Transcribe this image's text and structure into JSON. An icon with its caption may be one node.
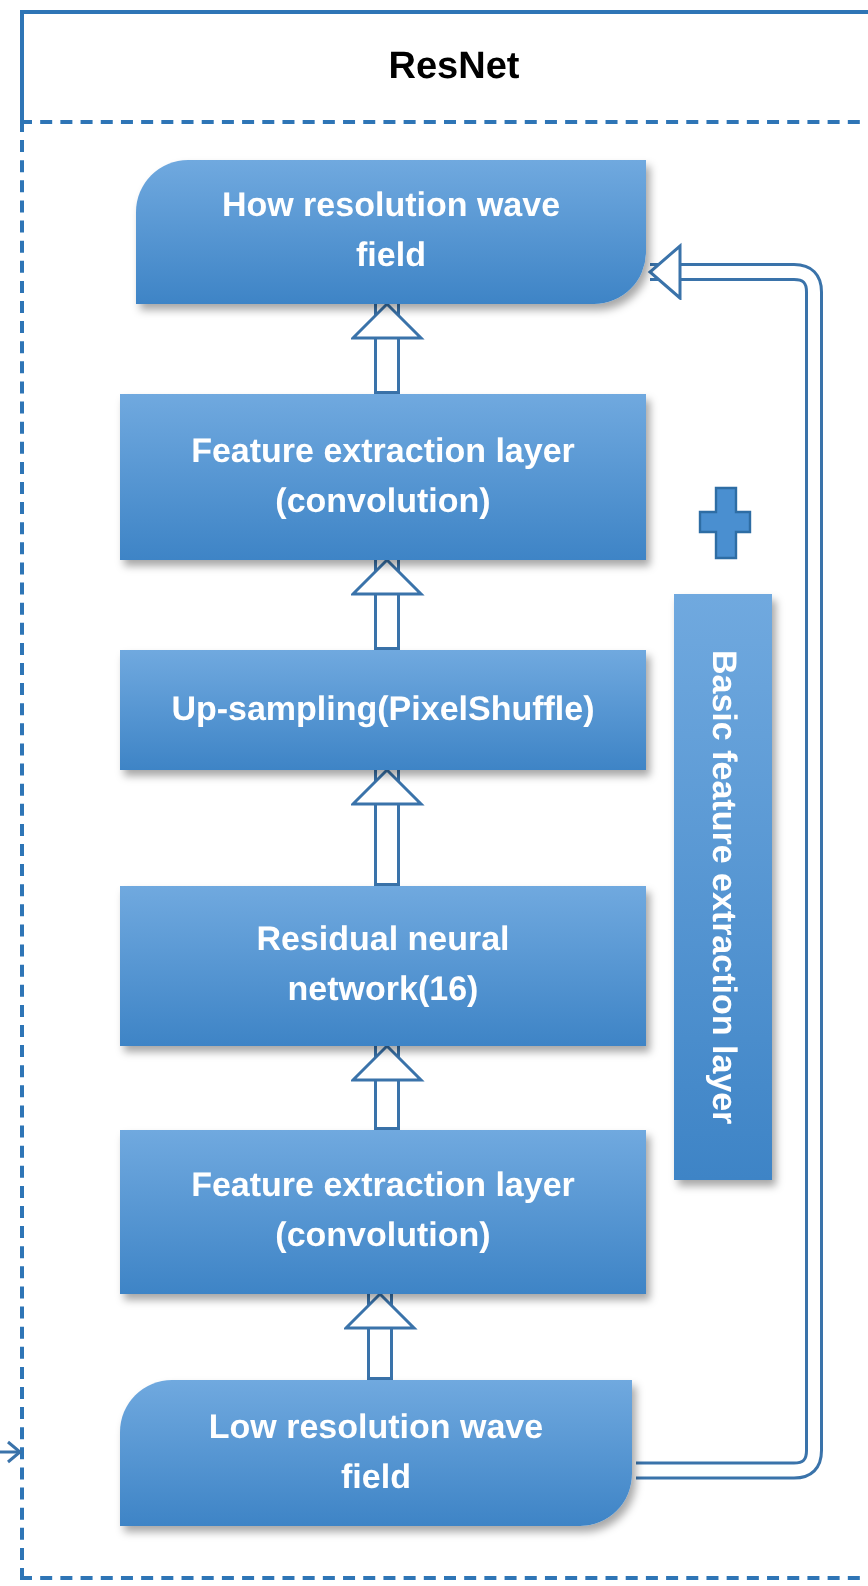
{
  "diagram": {
    "nodes": [
      {
        "text": [
          "ResNet"
        ]
      },
      {
        "text": [],
        "shape": "box",
        "in": 0
      },
      {
        "text": [
          "How resolution wave field"
        ],
        "in": 1
      },
      {
        "text": [
          "Feature extraction layer (convolution)"
        ],
        "in": 1
      },
      {
        "text": [
          "Up-sampling(PixelShuffle)"
        ],
        "in": 1
      },
      {
        "text": [
          "Residual neural network(16)"
        ],
        "in": 1
      },
      {
        "text": [
          "Feature extraction layer (convolution)"
        ],
        "in": 1
      },
      {
        "text": [
          "Low resolution wave field"
        ],
        "in": 1
      },
      {
        "text": [
          "Basic feature extraction layer"
        ],
        "in": 1
      }
    ],
    "edges": [
      {
        "from": 7,
        "to": 6,
        "arrow": "to"
      },
      {
        "from": 6,
        "to": 5,
        "arrow": "to"
      },
      {
        "from": 5,
        "to": 4,
        "arrow": "to"
      },
      {
        "from": 4,
        "to": 3,
        "arrow": "to"
      },
      {
        "from": 3,
        "to": 2,
        "arrow": "to"
      },
      {
        "from": 7,
        "to": 2,
        "arrow": "to"
      },
      {
        "from": null,
        "to": 1,
        "arrow": "to",
        "color": "#3a73aa"
      }
    ]
  }
}
